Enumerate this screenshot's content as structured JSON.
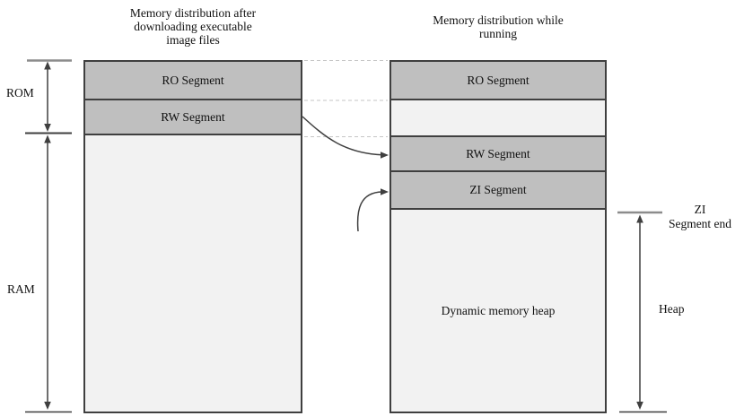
{
  "titles": {
    "left": "Memory distribution after\ndownloading executable\nimage files",
    "right": "Memory distribution while\nrunning"
  },
  "left_diagram": {
    "ro_segment": "RO Segment",
    "rw_segment": "RW Segment",
    "rom_bracket": "ROM",
    "ram_bracket": "RAM"
  },
  "right_diagram": {
    "ro_segment": "RO Segment",
    "rw_segment": "RW Segment",
    "zi_segment": "ZI Segment",
    "heap_area": "Dynamic memory heap",
    "zi_end_marker": "ZI\nSegment end",
    "heap_bracket": "Heap"
  },
  "colors": {
    "segment-fill": "#bfbfbf",
    "free-fill": "#f2f2f2",
    "line": "#3f3f3f",
    "gray-cap": "#8c8c8c",
    "dashed": "#c6c6c6",
    "background": "#ffffff"
  }
}
